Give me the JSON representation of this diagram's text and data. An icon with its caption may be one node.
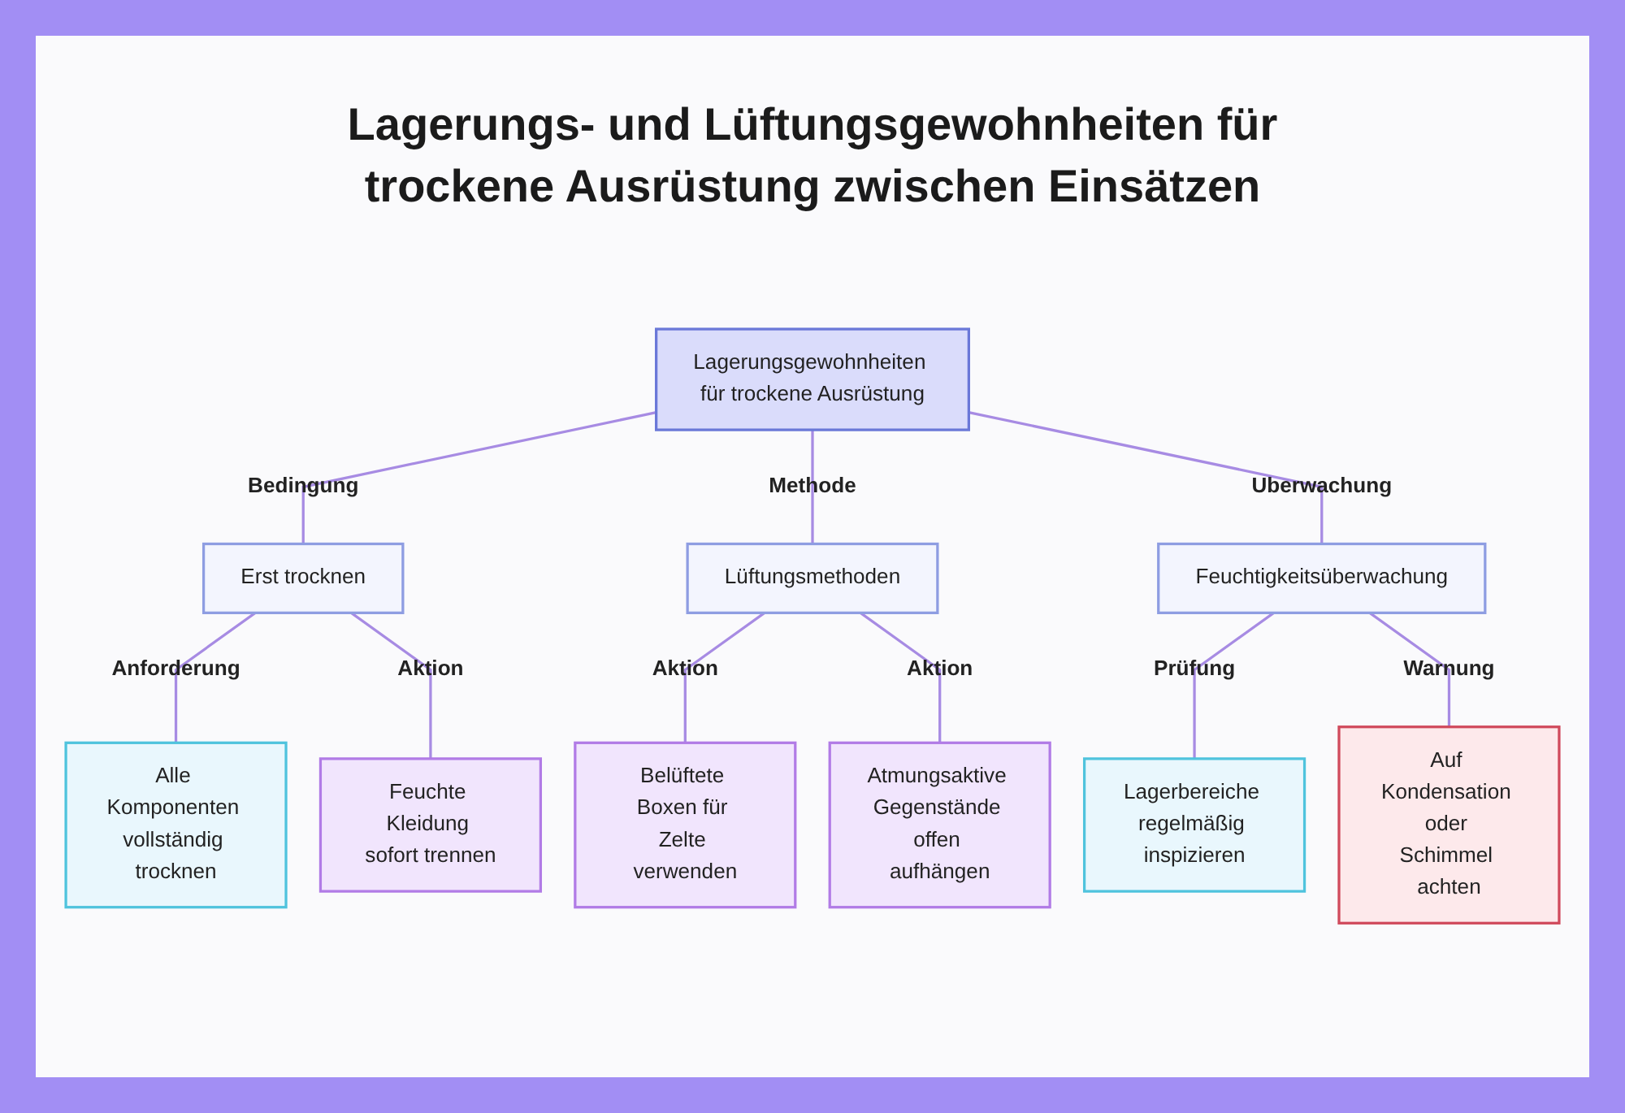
{
  "diagram": {
    "title": "Lagerungs- und Lüftungsgewohnheiten für trockene Ausrüstung zwischen Einsätzen",
    "nodes": [
      {
        "text": [
          "Lagerungsgewohnheiten für trockene Ausrüstung"
        ]
      },
      {
        "text": [
          "Erst trocknen"
        ]
      },
      {
        "text": [
          "Lüftungsmethoden"
        ]
      },
      {
        "text": [
          "Feuchtigkeitsüberwachung"
        ]
      },
      {
        "text": [
          "Alle Komponenten vollständig trocknen"
        ]
      },
      {
        "text": [
          "Feuchte Kleidung sofort trennen"
        ]
      },
      {
        "text": [
          "Belüftete Boxen für Zelte verwenden"
        ]
      },
      {
        "text": [
          "Atmungsaktive Gegenstände offen aufhängen"
        ]
      },
      {
        "text": [
          "Lagerbereiche regelmäßig inspizieren"
        ]
      },
      {
        "text": [
          "Auf Kondensation oder Schimmel achten"
        ]
      }
    ],
    "edges": [
      {
        "from": 0,
        "to": 1,
        "arrow": "none",
        "label": "Bedingung"
      },
      {
        "from": 0,
        "to": 2,
        "arrow": "none",
        "label": "Methode"
      },
      {
        "from": 0,
        "to": 3,
        "arrow": "none",
        "label": "Uberwachung"
      },
      {
        "from": 1,
        "to": 4,
        "arrow": "none",
        "label": "Anforderung"
      },
      {
        "from": 1,
        "to": 5,
        "arrow": "none",
        "label": "Aktion"
      },
      {
        "from": 2,
        "to": 6,
        "arrow": "none",
        "label": "Aktion"
      },
      {
        "from": 2,
        "to": 7,
        "arrow": "none",
        "label": "Aktion"
      },
      {
        "from": 3,
        "to": 8,
        "arrow": "none",
        "label": "Prüfung"
      },
      {
        "from": 3,
        "to": 9,
        "arrow": "none",
        "label": "Warnung"
      }
    ]
  }
}
